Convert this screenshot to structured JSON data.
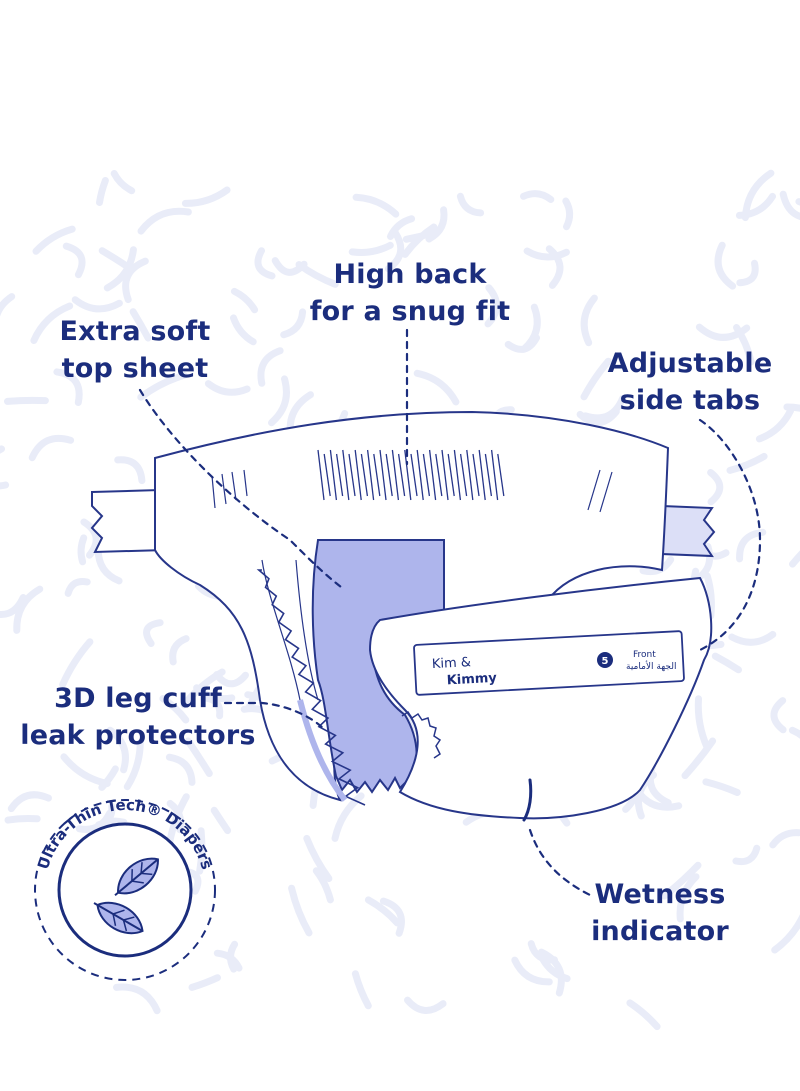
{
  "colors": {
    "navy": "#1b2d7d",
    "outline": "#27368a",
    "pad_fill": "#aeb5ec",
    "tab_fill": "#dcdff7",
    "pattern": "#e9ecf8",
    "background": "#ffffff"
  },
  "callouts": {
    "high_back": [
      "High back",
      "for a snug fit"
    ],
    "extra_soft": [
      "Extra soft",
      "top sheet"
    ],
    "side_tabs": [
      "Adjustable",
      "side tabs"
    ],
    "leg_cuff": [
      "3D leg cuff",
      "leak protectors"
    ],
    "wetness": [
      "Wetness",
      "indicator"
    ]
  },
  "brand": {
    "name_line1": "Kim &",
    "name_line2": "Kimmy",
    "size": "5",
    "front_en": "Front",
    "front_ar": "الجهة الأمامية"
  },
  "badge": {
    "text": "Ultra-Thin Tech® Diapers",
    "icon": "leaf-icon"
  }
}
